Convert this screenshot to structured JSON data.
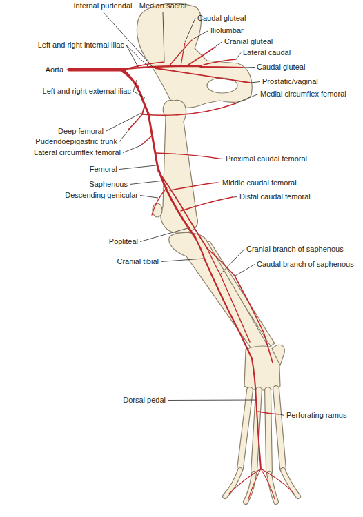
{
  "diagram": {
    "labels": [
      "Internal pudendal",
      "Median sacral",
      "Caudal gluteal",
      "Iliolumbar",
      "Left and right internal iliac",
      "Cranial gluteal",
      "Lateral caudal",
      "Aorta",
      "Caudal gluteal",
      "Left and right external iliac",
      "Prostatic/vaginal",
      "Deep femoral",
      "Medial circumflex femoral",
      "Pudendoepigastric trunk",
      "Lateral circumflex femoral",
      "Proximal caudal femoral",
      "Femoral",
      "Saphenous",
      "Middle caudal femoral",
      "Descending genicular",
      "Distal caudal femoral",
      "Popliteal",
      "Cranial branch of saphenous",
      "Cranial tibial",
      "Caudal branch of saphenous",
      "Dorsal pedal",
      "Perforating ramus"
    ]
  }
}
